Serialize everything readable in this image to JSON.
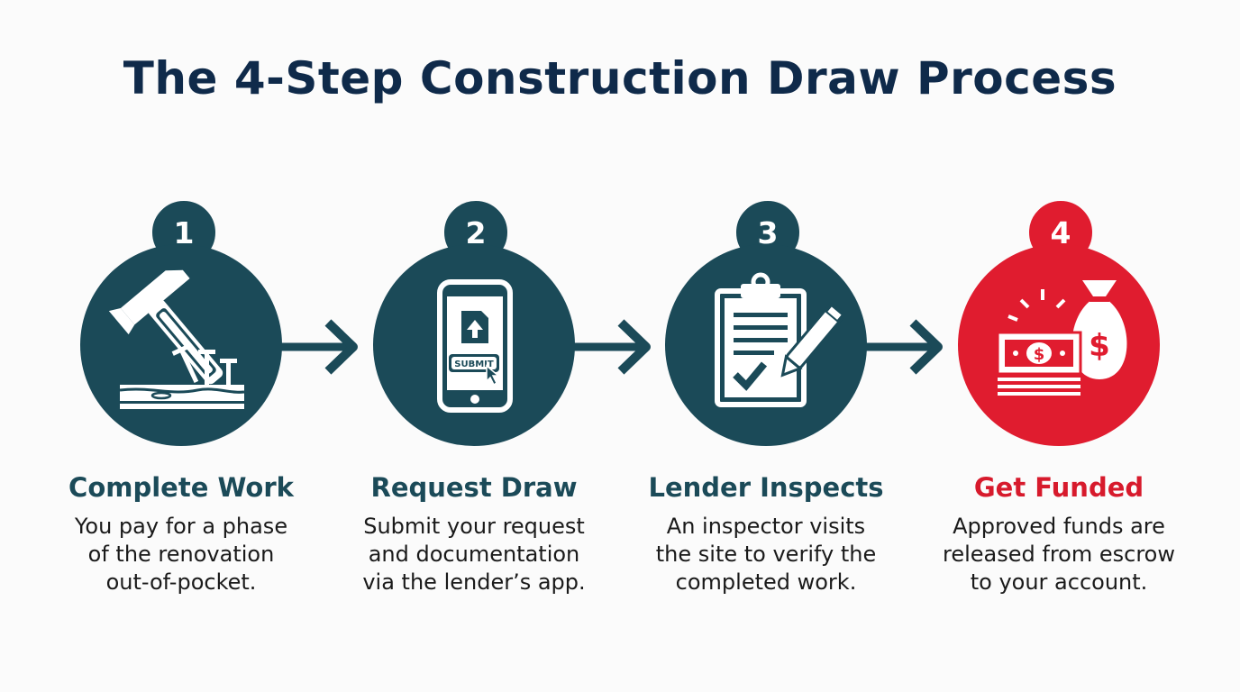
{
  "title": "The 4-Step Construction Draw Process",
  "colors": {
    "teal": "#1b4a58",
    "red": "#e01c2f",
    "navy": "#0f2a4a"
  },
  "steps": [
    {
      "number": "1",
      "title": "Complete Work",
      "icon": "hammer-nails-icon",
      "desc": [
        "You pay for a phase",
        "of the renovation",
        "out-of-pocket."
      ]
    },
    {
      "number": "2",
      "title": "Request Draw",
      "icon": "phone-submit-icon",
      "button_label": "SUBMIT",
      "desc": [
        "Submit your request",
        "and documentation",
        "via the lender’s app."
      ]
    },
    {
      "number": "3",
      "title": "Lender Inspects",
      "icon": "clipboard-check-icon",
      "desc": [
        "An inspector visits",
        "the site to verify the",
        "completed work."
      ]
    },
    {
      "number": "4",
      "title": "Get Funded",
      "icon": "money-bag-icon",
      "desc": [
        "Approved funds are",
        "released from escrow",
        "to your account."
      ]
    }
  ]
}
